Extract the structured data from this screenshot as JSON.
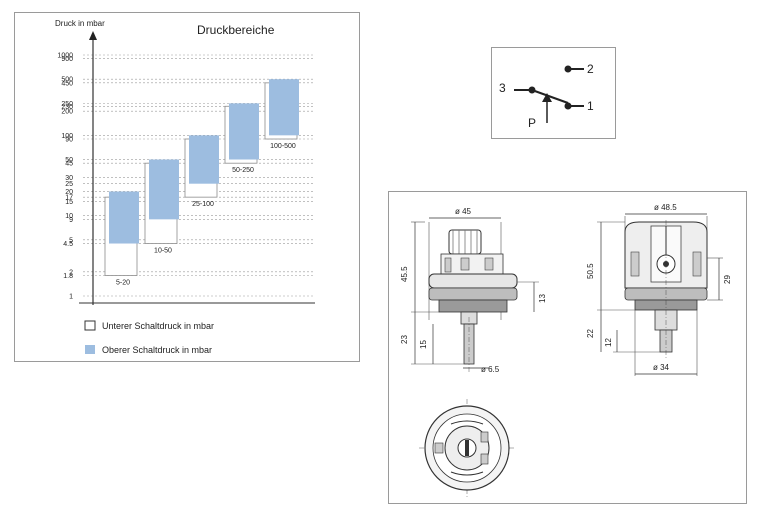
{
  "chart_data": {
    "type": "bar",
    "title": "Druckbereiche",
    "ylabel": "Druck in mbar",
    "scale": "log",
    "grid": true,
    "y_ticks": [
      1,
      1.8,
      2.0,
      4.5,
      5,
      9,
      10,
      15,
      17,
      20,
      25,
      30,
      45,
      50,
      90,
      100,
      200,
      230,
      250,
      450,
      500,
      900,
      1000
    ],
    "series_labels": {
      "lower": "Unterer Schaltdruck in mbar",
      "upper": "Oberer Schaltdruck in mbar"
    },
    "ranges": [
      {
        "label": "5-20",
        "lower": [
          1.8,
          17
        ],
        "upper": [
          4.5,
          20
        ]
      },
      {
        "label": "10-50",
        "lower": [
          4.5,
          45
        ],
        "upper": [
          9,
          50
        ]
      },
      {
        "label": "25-100",
        "lower": [
          17,
          90
        ],
        "upper": [
          25,
          100
        ]
      },
      {
        "label": "50-250",
        "lower": [
          45,
          230
        ],
        "upper": [
          50,
          250
        ]
      },
      {
        "label": "100-500",
        "lower": [
          90,
          450
        ],
        "upper": [
          100,
          500
        ]
      }
    ]
  },
  "colors": {
    "upper_fill": "#9dbde0",
    "lower_stroke": "#8c8c8c",
    "grid": "#9a9a9a",
    "axis": "#333333"
  },
  "schematic": {
    "terminal_1": "1",
    "terminal_2": "2",
    "terminal_3": "3",
    "pressure": "P"
  },
  "drawing": {
    "left_view": {
      "diameter_top": "ø 45",
      "height_total": "45.5",
      "height_right": "13",
      "height_bottom": "23",
      "height_stem": "15",
      "diameter_stem": "ø 6.5"
    },
    "right_view": {
      "diameter_top": "ø 48.5",
      "height_total": "50.5",
      "height_right": "29",
      "height_bottom": "22",
      "height_stem": "12",
      "diameter_bottom": "ø 34"
    }
  }
}
